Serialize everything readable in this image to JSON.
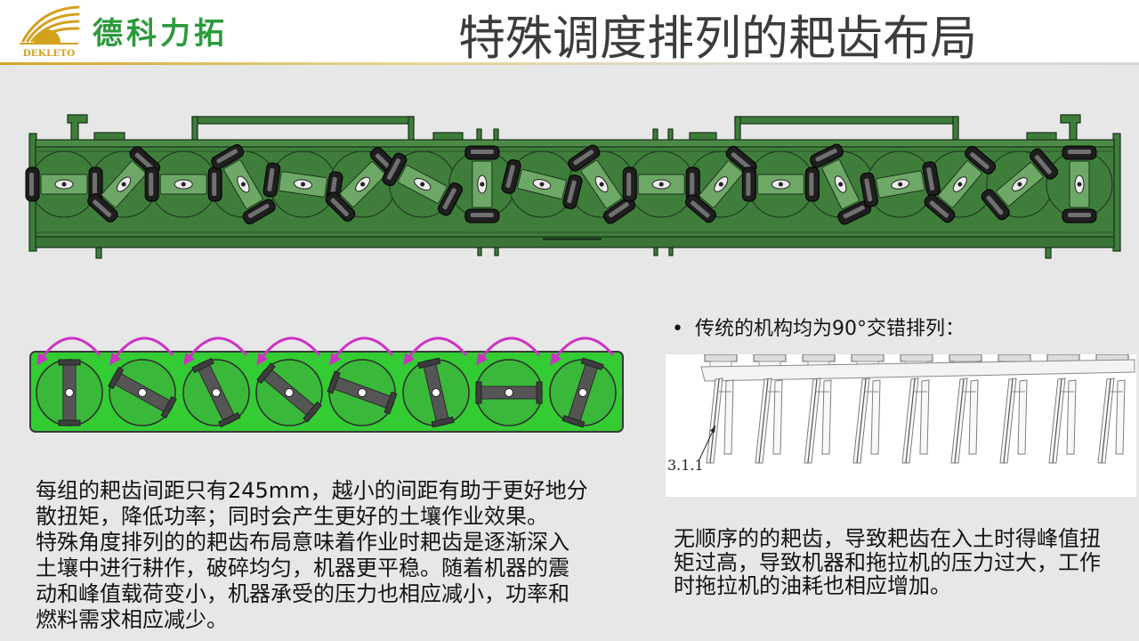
{
  "slide": {
    "logo_text": "DEKLETO",
    "company_name": "德科力拓",
    "title": "特殊调度排列的耙齿布局"
  },
  "special_panel": {
    "lines": [
      "每组的耙齿间距只有245mm，越小的间距有助于更好地分",
      "散扭矩，降低功率；同时会产生更好的土壤作业效果。",
      "特殊角度排列的的耙齿布局意味着作业时耙齿是逐渐深入",
      "土壤中进行耕作，破碎均匀，机器更平稳。随着机器的震",
      "动和峰值载荷变小，机器承受的压力也相应减小，功率和",
      "燃料需求相应减少。"
    ]
  },
  "traditional_panel": {
    "bullet_marker": "•",
    "bullet_text": "传统的机构均为90°交错排列：",
    "figure_label": "3.1.1",
    "lines": [
      "无顺序的的耙齿，导致耙齿在入土时得峰值扭",
      "矩过高，导致机器和拖拉机的压力过大，工作",
      "时拖拉机的油耗也相应增加。"
    ]
  },
  "icons": {
    "logo": "wheat-sun-logo-icon",
    "rotation_arrow": "counterclockwise-arrow-icon"
  },
  "colors": {
    "slide_background": "#e7e7e7",
    "brand_green": "#2c9a3c",
    "logo_gold": "#d3a11e",
    "title_text": "#3c3c3c",
    "body_text": "#141414",
    "machine_green": "#3f7d3b",
    "panel_green": "#33cc33",
    "rotor_green": "#3ab83a",
    "arrow_magenta": "#cc33c4"
  }
}
